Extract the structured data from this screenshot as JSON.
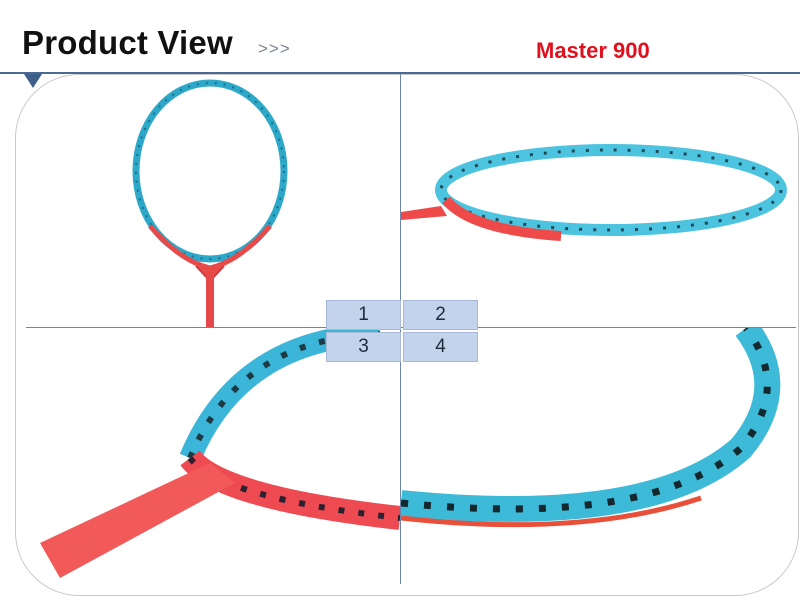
{
  "header": {
    "title": "Product View",
    "arrows": ">>>",
    "model": "Master 900"
  },
  "nav": {
    "buttons": [
      "1",
      "2",
      "3",
      "4"
    ]
  },
  "colors": {
    "accent_line": "#4a6a92",
    "model_text": "#e0101c",
    "nav_bg": "#c4d3ec",
    "racket_cyan": "#3bb8d8",
    "racket_red": "#f04848"
  },
  "views": [
    {
      "name": "full-racket-front-view"
    },
    {
      "name": "frame-top-angled-view"
    },
    {
      "name": "frame-throat-closeup"
    },
    {
      "name": "frame-side-closeup"
    }
  ]
}
